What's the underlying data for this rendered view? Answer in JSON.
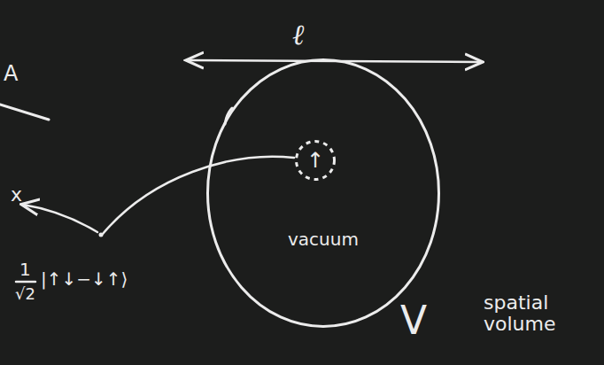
{
  "diagram": {
    "nodes": [
      {
        "text": [
          "vacuum"
        ]
      },
      {
        "text": [
          "↑"
        ],
        "in": 0
      }
    ],
    "labels": [
      "A",
      "ℓ",
      "x",
      "1",
      "√2",
      "|↑↓−↓↑⟩",
      "V",
      "spatial volume"
    ]
  }
}
